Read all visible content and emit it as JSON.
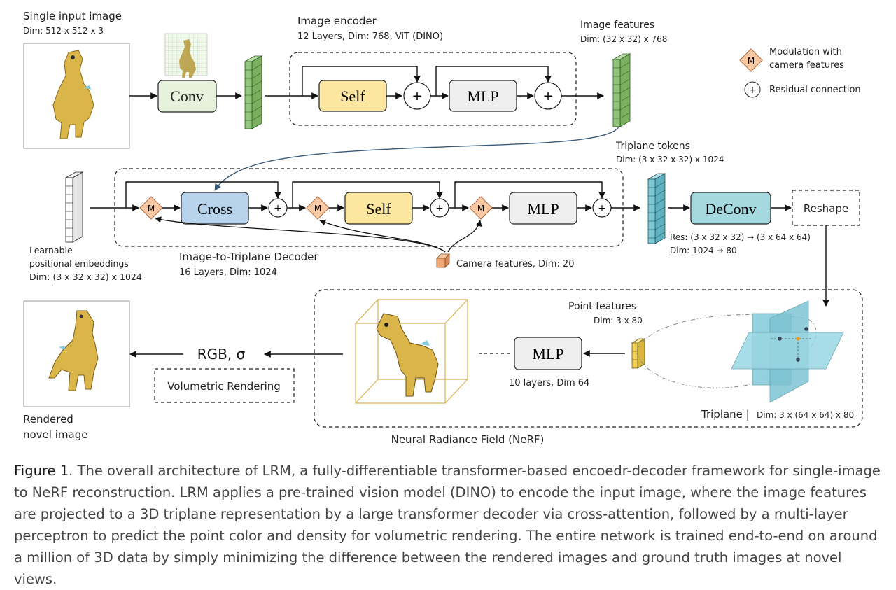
{
  "input": {
    "title": "Single input image",
    "dim": "Dim: 512 x 512 x 3"
  },
  "conv": {
    "label": "Conv"
  },
  "encoder": {
    "title": "Image encoder",
    "desc": "12 Layers, Dim: 768, ViT (DINO)",
    "self_label": "Self",
    "mlp_label": "MLP"
  },
  "image_features": {
    "title": "Image features",
    "dim": "Dim: (32 x 32) x 768"
  },
  "legend": {
    "modulation": [
      "Modulation with",
      "camera features"
    ],
    "residual": "Residual connection",
    "m_symbol": "M",
    "plus_symbol": "+"
  },
  "triplane_tokens": {
    "title": "Triplane  tokens",
    "dim": "Dim: (3 x 32 x 32) x 1024"
  },
  "decoder": {
    "cross_label": "Cross",
    "self_label": "Self",
    "mlp_label": "MLP",
    "title": "Image-to-Triplane Decoder",
    "desc": "16 Layers, Dim: 1024"
  },
  "positional": {
    "lines": [
      "Learnable",
      "positional embeddings",
      "Dim: (3 x 32 x 32) x 1024"
    ]
  },
  "camera": {
    "label": "Camera features, Dim: 20"
  },
  "deconv": {
    "label": "DeConv",
    "res": "Res: (3 x 32 x 32) → (3 x 64 x 64)",
    "dim": "Dim: 1024 → 80"
  },
  "reshape": {
    "label": "Reshape"
  },
  "nerf": {
    "title": "Neural Radiance Field (NeRF)",
    "mlp_label": "MLP",
    "mlp_desc": "10 layers, Dim 64",
    "point_title": "Point features",
    "point_dim": "Dim: 3 x 80",
    "triplane_label": "Triplane |",
    "triplane_dim": "Dim: 3 x (64 x 64) x 80"
  },
  "output": {
    "rgb": "RGB, σ",
    "volumetric": "Volumetric Rendering",
    "rendered": [
      "Rendered",
      "novel image"
    ]
  },
  "caption": {
    "prefix": "Figure 1",
    "text": ". The overall architecture of LRM, a fully-differentiable transformer-based encoedr-decoder framework for single-image to NeRF reconstruction. LRM applies a pre-trained vision model (DINO) to encode the input image, where the image features are projected to a 3D triplane representation by a large transformer decoder via cross-attention, followed by a multi-layer perceptron to predict the point color and density for volumetric rendering. The entire network is trained end-to-end on around a million of 3D data by simply minimizing the difference between the rendered images and ground truth images at novel views."
  },
  "colors": {
    "conv": "#e6f2dc",
    "self": "#fde7a0",
    "mlp": "#efefef",
    "cross": "#b7d4ec",
    "deconv": "#a6d9df",
    "modulation": "#f9c8a4",
    "feature_green": "#93c47d",
    "feature_teal": "#7ec8d4",
    "triplane": "#8ecfdd",
    "bbox": "#d7b24c",
    "giraffe": "#d9b54a"
  }
}
